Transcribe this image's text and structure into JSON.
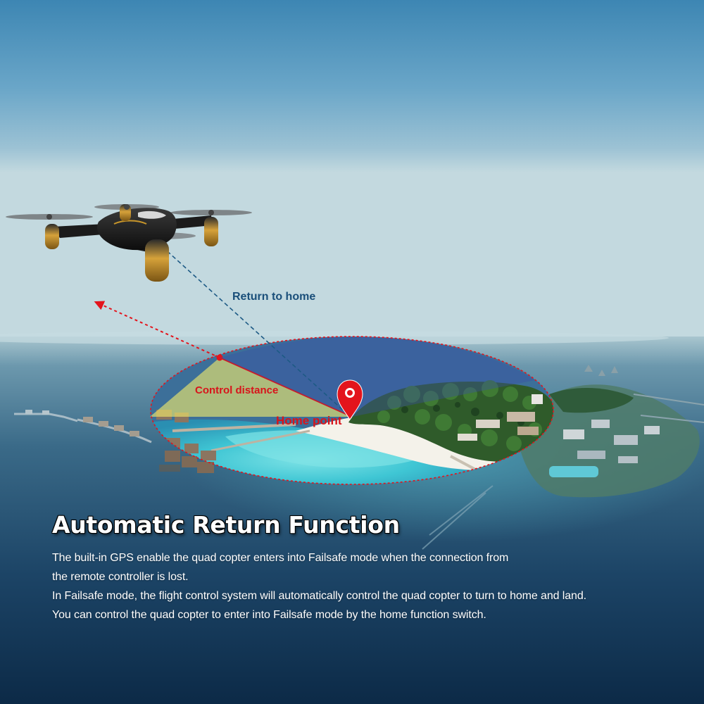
{
  "diagram": {
    "return_to_home_label": "Return to home",
    "control_distance_label": "Control distance",
    "home_point_label": "Home point"
  },
  "text": {
    "headline": "Automatic Return Function",
    "lines": [
      "The built-in GPS enable the quad copter enters into Failsafe mode when the connection from",
      "the remote controller is lost.",
      "In Failsafe mode, the flight control system will automatically control the quad copter to turn to home and land.",
      "You can control the quad copter to enter into Failsafe mode by the home function switch."
    ]
  },
  "colors": {
    "sky_top": "#6aa6c8",
    "sky_horizon": "#b9d4dd",
    "sea_deep": "#0e2f4d",
    "lagoon": "#3fc6d4",
    "sand": "#f4f2ea",
    "foliage": "#2f5b2a",
    "alert_red": "#d8141b",
    "route_blue": "#1a4f7a",
    "drone_body": "#1b1b1b",
    "drone_accent": "#c8962a"
  }
}
